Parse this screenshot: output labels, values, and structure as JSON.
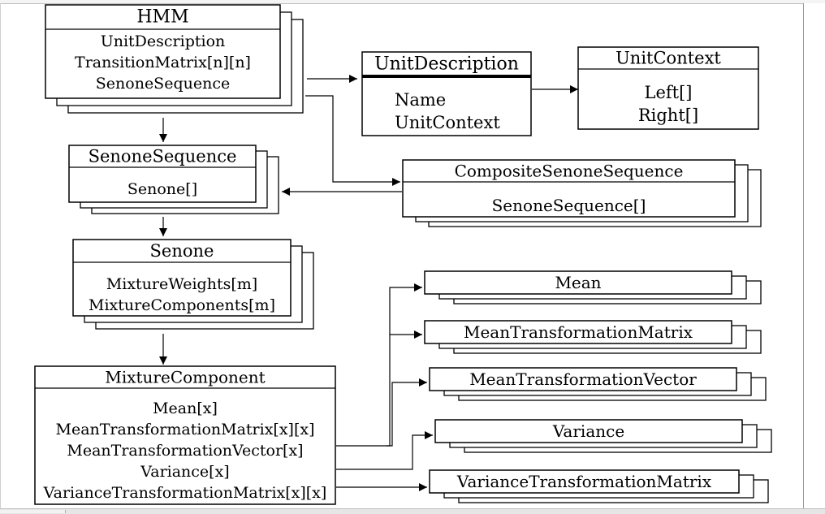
{
  "diagram": {
    "hmm": {
      "title": "HMM",
      "fields": [
        "UnitDescription",
        "TransitionMatrix[n][n]",
        "SenoneSequence"
      ]
    },
    "unit_description": {
      "title": "UnitDescription",
      "fields": [
        "Name",
        "UnitContext"
      ]
    },
    "unit_context": {
      "title": "UnitContext",
      "fields": [
        "Left[]",
        "Right[]"
      ]
    },
    "senone_sequence": {
      "title": "SenoneSequence",
      "fields": [
        "Senone[]"
      ]
    },
    "composite_senone_sequence": {
      "title": "CompositeSenoneSequence",
      "fields": [
        "SenoneSequence[]"
      ]
    },
    "senone": {
      "title": "Senone",
      "fields": [
        "MixtureWeights[m]",
        "MixtureComponents[m]"
      ]
    },
    "mixture_component": {
      "title": "MixtureComponent",
      "fields": [
        "Mean[x]",
        "MeanTransformationMatrix[x][x]",
        "MeanTransformationVector[x]",
        "Variance[x]",
        "VarianceTransformationMatrix[x][x]"
      ]
    },
    "mean": {
      "title": "Mean"
    },
    "mean_transformation_matrix": {
      "title": "MeanTransformationMatrix"
    },
    "mean_transformation_vector": {
      "title": "MeanTransformationVector"
    },
    "variance": {
      "title": "Variance"
    },
    "variance_transformation_matrix": {
      "title": "VarianceTransformationMatrix"
    }
  }
}
